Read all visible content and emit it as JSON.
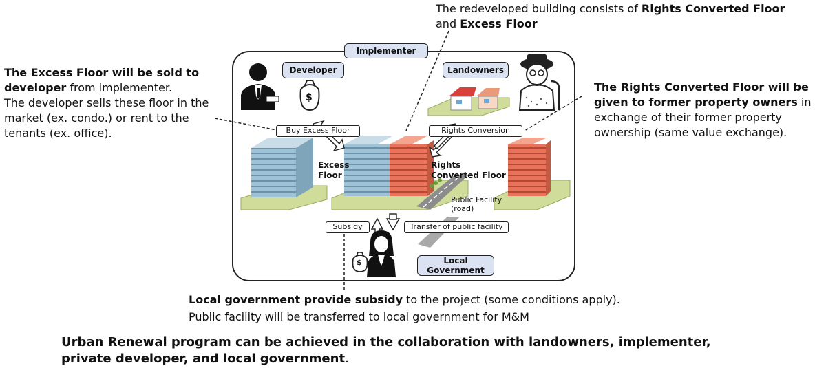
{
  "top_note": {
    "prefix": "The redeveloped building consists of ",
    "bold1": "Rights Converted Floor",
    "line2_prefix": "and ",
    "bold2": "Excess Floor"
  },
  "left_note": {
    "bold_line1": "The Excess Floor will be sold to",
    "bold_line2": "developer",
    "rest_line2": " from implementer.",
    "line3": "The developer sells these floor in the",
    "line4": "market (ex. condo.) or rent to the",
    "line5": "tenants (ex. office)."
  },
  "right_note": {
    "bold_line1": "The Rights Converted Floor will be",
    "bold_line2": "given to former property owners",
    "rest_line2": " in",
    "line3": "exchange of their former property",
    "line4": "ownership (same value exchange)."
  },
  "bottom_note": {
    "bold": "Local government provide subsidy",
    "rest": " to the project (some conditions apply).",
    "line2": "Public facility will be transferred to local government for M&M"
  },
  "conclusion": {
    "line1": "Urban Renewal program can be achieved in the collaboration with landowners, implementer,",
    "line2": "private developer, and local government",
    "period": "."
  },
  "diagram": {
    "implementer": "Implementer",
    "developer": "Developer",
    "landowners": "Landowners",
    "local_government_line1": "Local",
    "local_government_line2": "Government",
    "buy_excess_floor": "Buy Excess Floor",
    "rights_conversion": "Rights Conversion",
    "subsidy": "Subsidy",
    "transfer_public_facility": "Transfer of public facility",
    "excess_floor_line1": "Excess",
    "excess_floor_line2": "Floor",
    "rights_floor_line1": "Rights",
    "rights_floor_line2": "Converted Floor",
    "public_facility_line1": "Public Facility",
    "public_facility_line2": "(road)",
    "money_symbol": "$"
  },
  "colors": {
    "excess_floor": "#9fc3d6",
    "rights_floor": "#e8735a",
    "ground": "#cfdc9a",
    "pill_fill": "#dbe3f3"
  },
  "icons": [
    "businessman-icon",
    "money-bag-icon",
    "old-man-icon",
    "houses-icon",
    "woman-official-icon"
  ]
}
